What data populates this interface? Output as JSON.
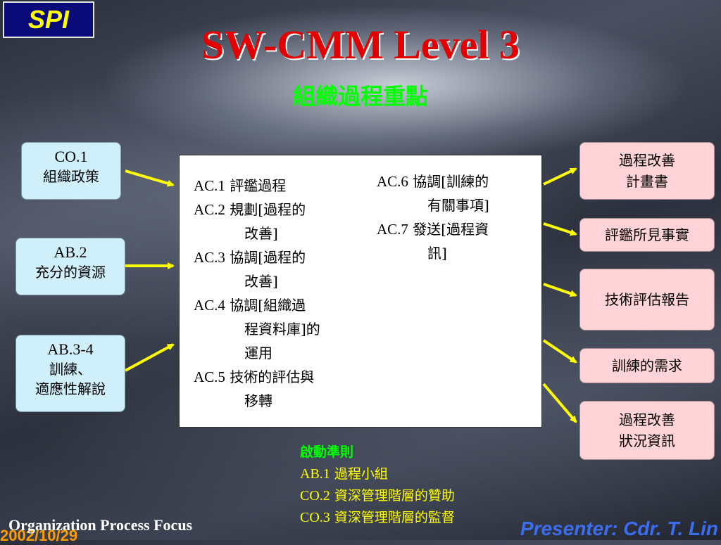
{
  "badge": "SPI",
  "title": "SW-CMM Level 3",
  "subtitle": "組織過程重點",
  "inputs": [
    {
      "line1": "CO.1",
      "line2": "組織政策",
      "line3": ""
    },
    {
      "line1": "AB.2",
      "line2": "充分的資源",
      "line3": ""
    },
    {
      "line1": "AB.3-4",
      "line2": "訓練、",
      "line3": "適應性解說"
    }
  ],
  "activities_left": [
    {
      "code": "AC.1",
      "text": "評鑑過程",
      "cont": ""
    },
    {
      "code": "AC.2",
      "text": "規劃[過程的",
      "cont": "改善]"
    },
    {
      "code": "AC.3",
      "text": "協調[過程的",
      "cont": "改善]"
    },
    {
      "code": "AC.4",
      "text": "協調[組織過",
      "cont": "程資料庫]的",
      "cont2": "運用"
    },
    {
      "code": "AC.5",
      "text": "技術的評估與",
      "cont": "移轉"
    }
  ],
  "activities_right": [
    {
      "code": "AC.6",
      "text": "協調[訓練的",
      "cont": "有關事項]"
    },
    {
      "code": "AC.7",
      "text": "發送[過程資",
      "cont": "訊]"
    }
  ],
  "outputs": [
    {
      "line1": "過程改善",
      "line2": "計畫書"
    },
    {
      "line1": "評鑑所見事實",
      "line2": ""
    },
    {
      "line1": "技術評估報告",
      "line2": ""
    },
    {
      "line1": "訓練的需求",
      "line2": ""
    },
    {
      "line1": "過程改善",
      "line2": "狀況資訊"
    }
  ],
  "criteria": {
    "heading": "啟動準則",
    "items": [
      {
        "code": "AB.1",
        "text": "過程小組"
      },
      {
        "code": "CO.2",
        "text": "資深管理階層的贊助"
      },
      {
        "code": "CO.3",
        "text": "資深管理階層的監督"
      }
    ]
  },
  "footer": {
    "left": "Organization Process Focus",
    "date": "2002/10/29",
    "presenter": "Presenter: Cdr. T. Lin"
  },
  "colors": {
    "title": "#e30000",
    "subtitle": "#00ff00",
    "arrow": "#ffff00",
    "input_box": "#cfeffb",
    "output_box": "#ffd3d8"
  }
}
